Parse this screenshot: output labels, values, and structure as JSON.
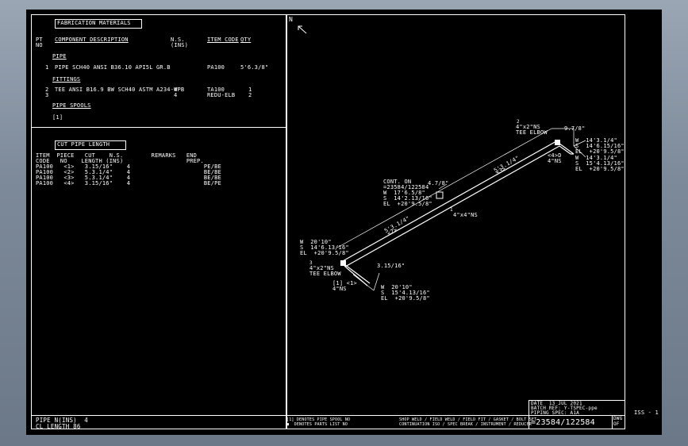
{
  "fab": {
    "title": "FABRICATION MATERIALS",
    "pt_header": "PT\nNO",
    "comp_header": "COMPONENT DESCRIPTION",
    "ns_header": "N.S.\n(INS)",
    "item_header": "ITEM CODE",
    "qty_header": "QTY",
    "section_pipe": "PIPE",
    "pipe_row": {
      "pt": "1",
      "desc": "PIPE SCH40 ANSI B36.10 API5L GR.B",
      "item": "PA100",
      "qty": "5'6.3/8\""
    },
    "section_fittings": "FITTINGS",
    "fitting_pt": "2\n3",
    "fitting_desc": "TEE ANSI B16.9 BW SCH40 ASTM A234-WPB",
    "fitting_ns": "4\n4",
    "fitting_items": "TA100\nREDU-ELB",
    "fitting_qty": "1\n2",
    "section_spools": "PIPE SPOOLS",
    "spool_value": "[1]"
  },
  "cut": {
    "title": "CUT PIPE LENGTH",
    "headers": "ITEM  PIECE   CUT    N.S.        REMARKS   END\nCODE   NO    LENGTH (INS)                  PREP.",
    "rows": "PA100   <1>   3.15/16\"    4                     PE/BE\nPA100   <2>   5.3.1/4\"    4                     BE/BE\nPA100   <3>   5.3.1/4\"    4                     BE/BE\nPA100   <4>   3.15/16\"    4                     BE/PE"
  },
  "bottom_left": "PIPE N(INS)  4\nCL LENGTH 86",
  "legend_text": "[1] DENOTES PIPE SPOOL NO\n■  DENOTES PARTS LIST NO",
  "notes_text": "SHOP WELD / FIELD WELD / FIELD FIT / GASKET / BOLT SET\nCONTINUATION ISO / SPEC BREAK / INSTRUMENT / REDUCER",
  "title_block": {
    "date": "DATE  13 JUL 2021",
    "batch": "BATCH REF: Y-TSPEC-ppe",
    "spec": "PIPING SPEC: A1A",
    "dwg_no": "=23584/122584",
    "dwg_label": "DWG\nOF",
    "sheet_ref": "ISS - 1"
  },
  "iso": {
    "north": "N",
    "top_fitting": "4\"x2\"NS\nTEE ELBOW",
    "top_dim": "9.7/8\"",
    "top_right_w": "W  14'3.1/4\"\nS  14'6.15/16\"\nEL  +20'9.5/8\"",
    "top_right_branch": "<4>D\n4\"NS",
    "top_right_lower": "W  14'3.1/4\"\nS  15'4.13/16\"\nEL  +20'9.5/8\"",
    "upper_len": "5'3.1/4\"",
    "upper_piece": "<3>",
    "mid_label": "CONT. ON\n=23584/122584\nW  17'6.5/8\"\nS  14'2.13/16\"\nEL  +20'9.5/8\"",
    "mid_dim": "4.7/8\"",
    "mid_ns": "4\"x4\"NS",
    "lower_len": "5'3.1/4\"",
    "lower_piece": "<2>",
    "left_coords": "W  20'10\"\nS  14'6.13/16\"\nEL  +20'9.5/8\"",
    "left_fitting": "4\"x2\"NS\nTEE ELBOW",
    "left_dim": "3.15/16\"",
    "spool_tag": "[1] <1>",
    "spool_ns": "4\"NS",
    "end_coords": "W  20'10\"\nS  15'4.13/16\"\nEL  +20'9.5/8\"",
    "part_no_1": "2",
    "part_no_2": "1",
    "part_no_3": "3"
  }
}
